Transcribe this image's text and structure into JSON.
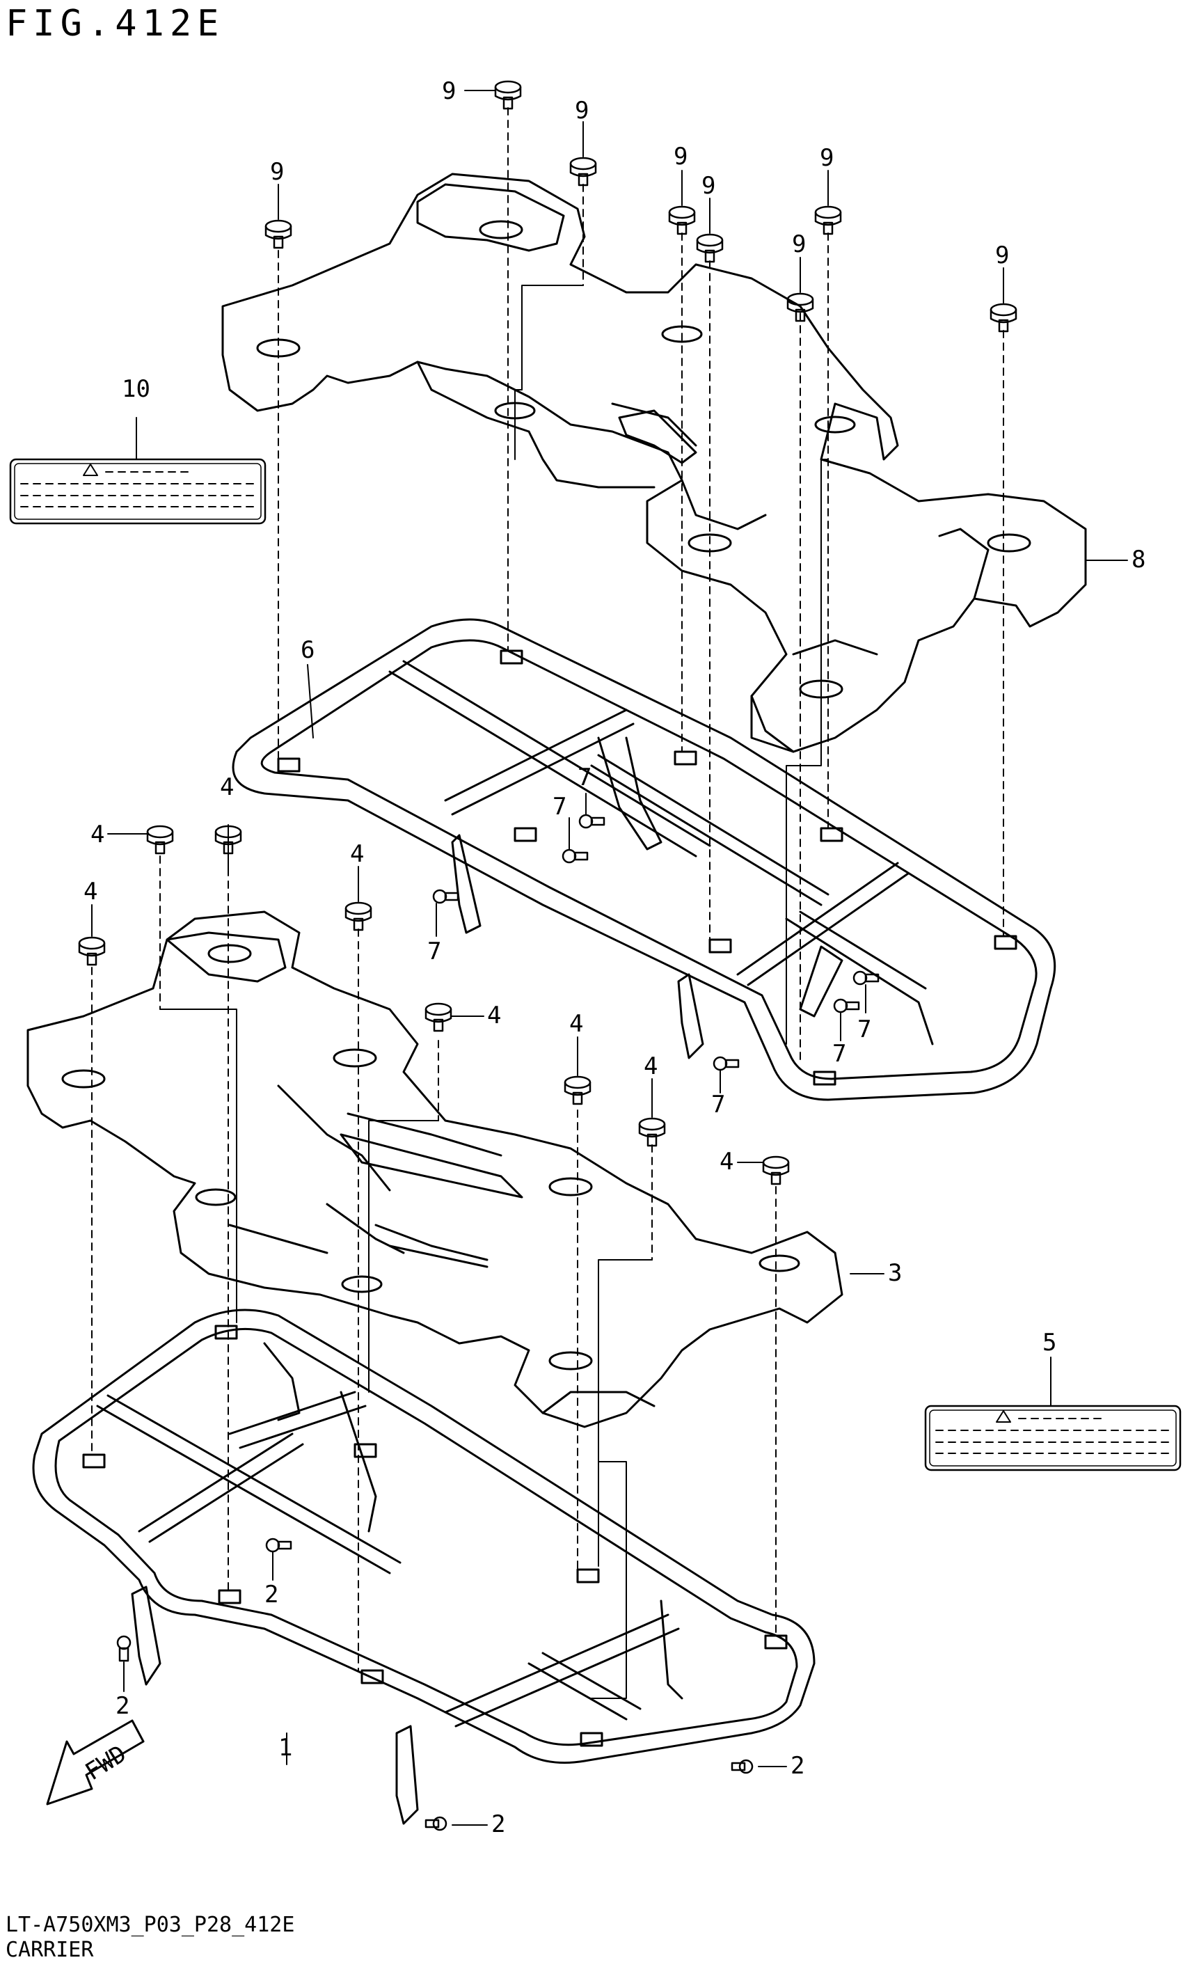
{
  "figure_title": "FIG.412E",
  "footer": {
    "code": "LT-A750XM3_P03_P28_412E",
    "name": "CARRIER"
  },
  "fwd_label": "FWD",
  "callouts": [
    "1",
    "2",
    "3",
    "4",
    "5",
    "6",
    "7",
    "8",
    "9",
    "10"
  ],
  "colors": {
    "line": "#000000",
    "background": "#ffffff"
  },
  "icons": [
    "warning-triangle-icon",
    "fwd-arrow-icon"
  ]
}
